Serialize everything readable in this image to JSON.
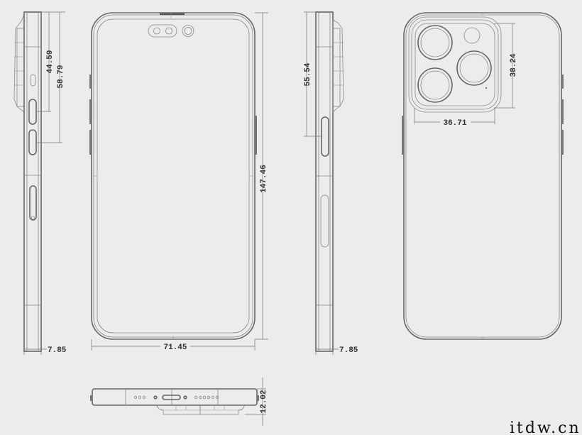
{
  "drawing": {
    "subject": "phone technical drawing",
    "views": [
      "left-side",
      "front",
      "right-side",
      "back",
      "bottom"
    ]
  },
  "dimensions": {
    "left_side": {
      "camera_to_button_1": "44.59",
      "camera_to_button_2": "58.79",
      "thickness": "7.85"
    },
    "front": {
      "width": "71.45",
      "height": "147.46"
    },
    "right_side": {
      "top_to_button": "55.54",
      "thickness": "7.85"
    },
    "back": {
      "camera_module_width": "36.71",
      "camera_module_height": "38.24"
    },
    "bottom": {
      "thickness_with_camera": "12.02"
    }
  },
  "watermark": "itdw.cn",
  "colors": {
    "background": "#ececec",
    "outline": "#666666",
    "text": "#333333"
  }
}
